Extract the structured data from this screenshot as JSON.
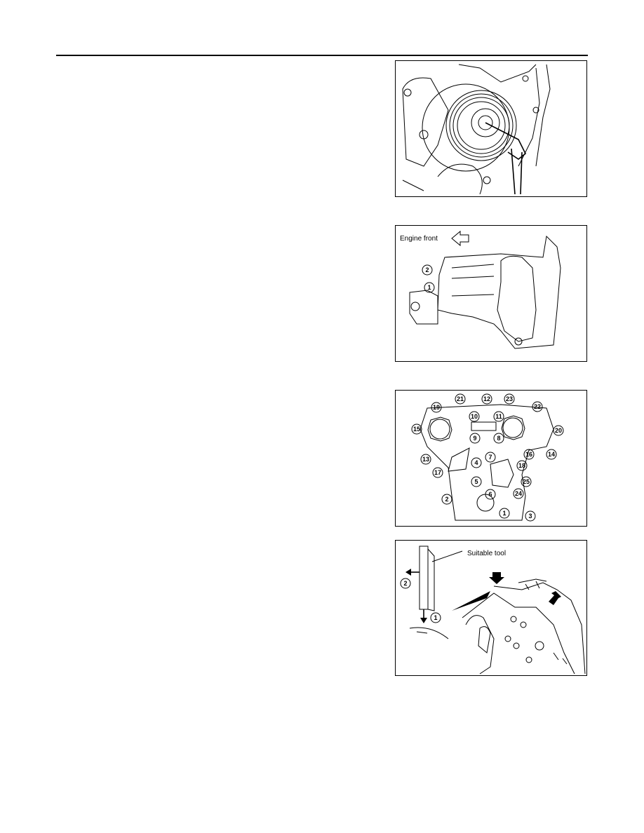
{
  "figure2": {
    "label": "Engine front"
  },
  "figure3": {
    "callouts": [
      "1",
      "2",
      "3",
      "4",
      "5",
      "6",
      "7",
      "8",
      "9",
      "10",
      "11",
      "12",
      "13",
      "14",
      "15",
      "16",
      "17",
      "18",
      "19",
      "20",
      "21",
      "22",
      "23",
      "24",
      "25"
    ]
  },
  "figure4": {
    "tool_label": "Suitable tool",
    "step1": "1",
    "step2": "2"
  }
}
